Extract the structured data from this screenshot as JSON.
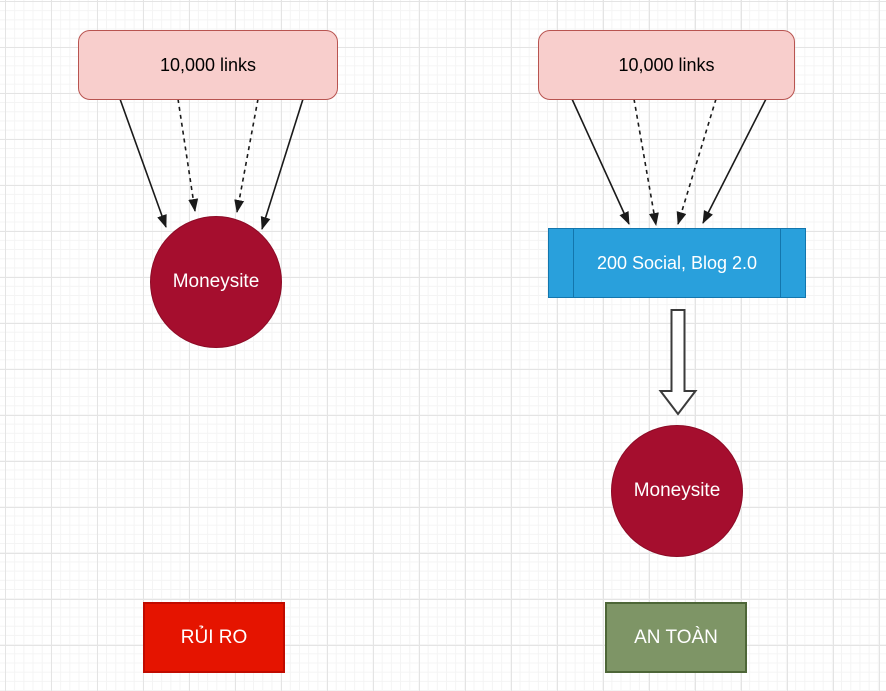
{
  "diagram": {
    "left": {
      "links_label": "10,000 links",
      "moneysite_label": "Moneysite",
      "verdict_label": "RỦI RO"
    },
    "right": {
      "links_label": "10,000 links",
      "buffer_label": "200 Social, Blog 2.0",
      "moneysite_label": "Moneysite",
      "verdict_label": "AN TOÀN"
    }
  },
  "colors": {
    "links_box_fill": "#f8cecc",
    "links_box_stroke": "#b85450",
    "moneysite_fill": "#a50e2e",
    "moneysite_stroke": "#8c0b26",
    "buffer_fill": "#29a0dc",
    "buffer_stroke": "#1376ad",
    "risk_fill": "#e51400",
    "risk_stroke": "#c00b00",
    "safe_fill": "#7e9566",
    "safe_stroke": "#4d6637",
    "connector": "#1a1a1a",
    "hollow_arrow_stroke": "#3b3b3b",
    "text_dark": "#000000",
    "text_light": "#ffffff"
  }
}
